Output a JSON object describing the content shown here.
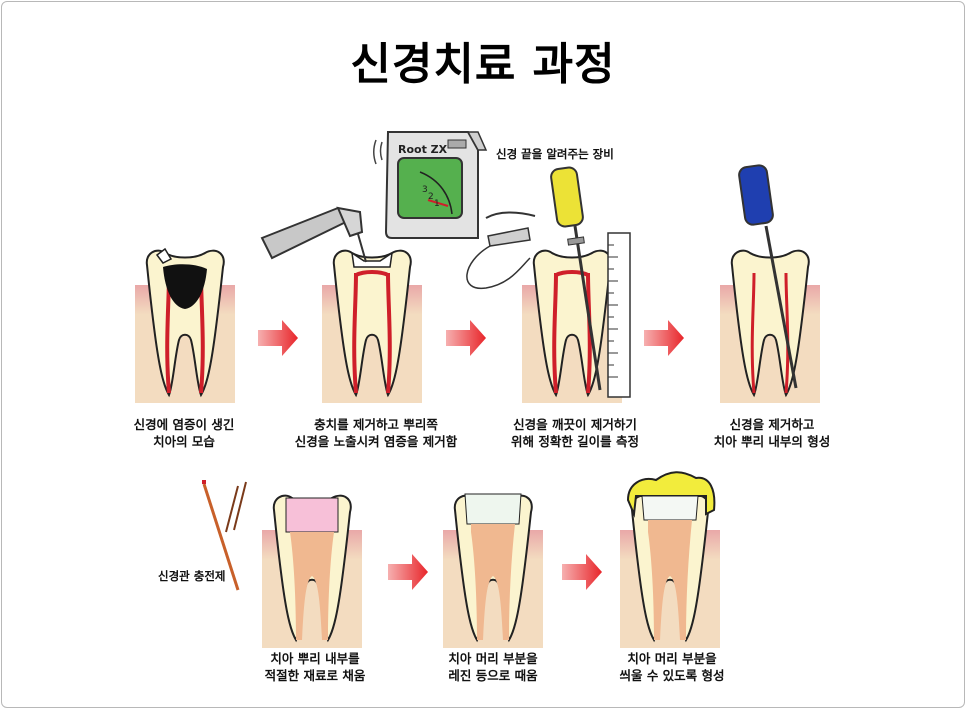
{
  "title": "신경치료 과정",
  "device": {
    "brand": "Root ZX",
    "label": "신경 끝을 알려주는 장비",
    "screen_digits": [
      "3",
      "2",
      "1"
    ]
  },
  "steps": [
    {
      "line1": "신경에 염증이 생긴",
      "line2": "치아의 모습"
    },
    {
      "line1": "충치를 제거하고 뿌리쪽",
      "line2": "신경을 노출시켜 염증을 제거함"
    },
    {
      "line1": "신경을 깨끗이 제거하기",
      "line2": "위해 정확한 길이를 측정"
    },
    {
      "line1": "신경을 제거하고",
      "line2": "치아 뿌리 내부의 형성"
    },
    {
      "line1": "치아 뿌리 내부를",
      "line2": "적절한 재료로 채움"
    },
    {
      "line1": "치아 머리 부분을",
      "line2": "레진 등으로 때움"
    },
    {
      "line1": "치아 머리 부분을",
      "line2": "씌울 수 있도록 형성"
    }
  ],
  "filler_label": "신경관 충전제",
  "colors": {
    "arrow": "#e8252a",
    "tooth": "#fbf4cf",
    "gum": "#f3dcc0",
    "nerve": "#cf1f2a",
    "decay": "#111111",
    "device_screen": "#55b04e",
    "file_yellow": "#ece236",
    "file_blue": "#1f3fb0",
    "crown": "#f2ec3c",
    "resin": "#f7c0d8",
    "filling": "#f0b890"
  }
}
